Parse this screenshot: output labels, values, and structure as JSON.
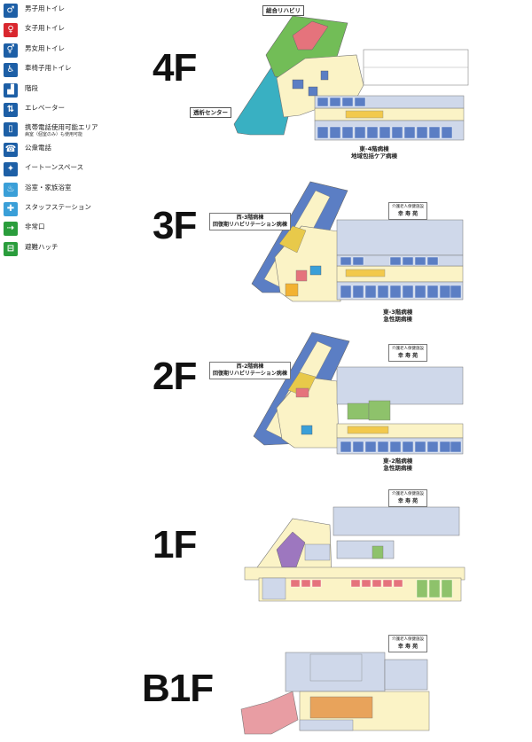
{
  "legend": [
    {
      "icon": "male-toilet-icon",
      "label": "男子用トイレ",
      "color": "#1d5fa6",
      "glyph": "♂"
    },
    {
      "icon": "female-toilet-icon",
      "label": "女子用トイレ",
      "color": "#d9272e",
      "glyph": "♀"
    },
    {
      "icon": "unisex-toilet-icon",
      "label": "男女用トイレ",
      "color": "#1d5fa6",
      "glyph": "⚥"
    },
    {
      "icon": "wheelchair-toilet-icon",
      "label": "車椅子用トイレ",
      "color": "#1d5fa6",
      "glyph": "♿"
    },
    {
      "icon": "stairs-icon",
      "label": "階段",
      "color": "#1d5fa6",
      "glyph": "▟"
    },
    {
      "icon": "elevator-icon",
      "label": "エレベーター",
      "color": "#1d5fa6",
      "glyph": "⇅"
    },
    {
      "icon": "mobile-phone-icon",
      "label": "携帯電話使用可能エリア",
      "sub": "病室（個室のみ）も使用可能",
      "color": "#1d5fa6",
      "glyph": "▯"
    },
    {
      "icon": "public-phone-icon",
      "label": "公衆電話",
      "color": "#1d5fa6",
      "glyph": "☎"
    },
    {
      "icon": "event-space-icon",
      "label": "イートーンスペース",
      "color": "#1d5fa6",
      "glyph": "✦"
    },
    {
      "icon": "bath-icon",
      "label": "浴室・家族浴室",
      "color": "#3a9fd8",
      "glyph": "♨"
    },
    {
      "icon": "staff-station-icon",
      "label": "スタッフステーション",
      "color": "#3a9fd8",
      "glyph": "✚"
    },
    {
      "icon": "emergency-exit-icon",
      "label": "非常口",
      "color": "#2a9d3c",
      "glyph": "⇢"
    },
    {
      "icon": "evacuation-hatch-icon",
      "label": "避難ハッチ",
      "color": "#2a9d3c",
      "glyph": "⊟"
    }
  ],
  "floors": [
    {
      "id": "4f",
      "label": "4F"
    },
    {
      "id": "3f",
      "label": "3F"
    },
    {
      "id": "2f",
      "label": "2F"
    },
    {
      "id": "1f",
      "label": "1F"
    },
    {
      "id": "b1f",
      "label": "B1F"
    }
  ],
  "callouts": {
    "f4_rehab": "総合リハビリ",
    "f4_dialysis": "透析センター",
    "f4_east_line1": "東-4階病棟",
    "f4_east_line2": "地域包括ケア病棟",
    "f3_west_line1": "西-3階病棟",
    "f3_west_line2": "回復期リハビリテーション病棟",
    "f3_east_line1": "東-3階病棟",
    "f3_east_line2": "急性期病棟",
    "f3_connector_line1": "介護老人保健施設",
    "f3_connector_line2": "幸 寿 苑",
    "f2_west_line1": "西-2階病棟",
    "f2_west_line2": "回復期リハビリテーション病棟",
    "f2_east_line1": "東-2階病棟",
    "f2_east_line2": "急性期病棟",
    "f2_connector_line1": "介護老人保健施設",
    "f2_connector_line2": "幸 寿 苑",
    "f1_connector_line1": "介護老人保健施設",
    "f1_connector_line2": "幸 寿 苑",
    "b1_connector_line1": "介護老人保健施設",
    "b1_connector_line2": "幸 寿 苑"
  }
}
